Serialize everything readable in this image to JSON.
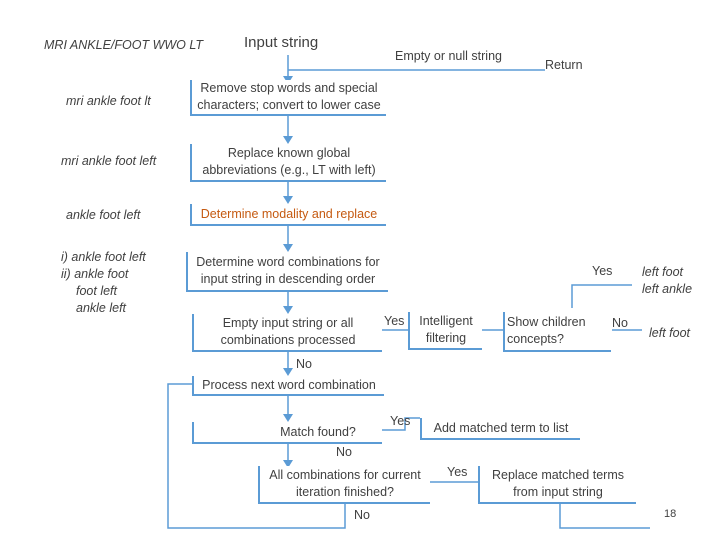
{
  "colors": {
    "box_border": "#5b9bd5",
    "connector": "#5b9bd5",
    "highlight_text": "#c55a11",
    "text": "#404040"
  },
  "header_label": "MRI ANKLE/FOOT WWO LT",
  "input_label": "Input string",
  "empty_label": "Empty or null string",
  "return_label": "Return",
  "examples": {
    "step1": "mri ankle foot lt",
    "step2": "mri ankle foot left",
    "step3": "ankle foot left",
    "step4_lines": [
      "i) ankle foot left",
      "ii) ankle foot",
      "foot left",
      "ankle left"
    ]
  },
  "steps": {
    "remove": "Remove stop words and special\ncharacters; convert to lower case",
    "replace": "Replace known global\nabbreviations (e.g., LT with left)",
    "modality": "Determine modality and replace",
    "combos": "Determine word combinations for\ninput string in descending order",
    "empty_check": "Empty input string or all\ncombinations processed",
    "intelligent": "Intelligent\nfiltering",
    "show_children": "Show children\nconcepts?",
    "process_next": "Process next word combination",
    "match_found": "Match found?",
    "add_matched": "Add matched term to list",
    "all_combos": "All combinations for current\niteration finished?",
    "replace_matched": "Replace matched terms\nfrom input string"
  },
  "edges": {
    "yes_intelligent": "Yes",
    "yes_top": "Yes",
    "no_children": "No",
    "no_process": "No",
    "yes_match": "Yes",
    "no_match": "No",
    "yes_all": "Yes",
    "no_all": "No"
  },
  "results": {
    "yes_lines": [
      "left foot",
      "left ankle"
    ],
    "no_result": "left foot"
  },
  "page_number": "18"
}
